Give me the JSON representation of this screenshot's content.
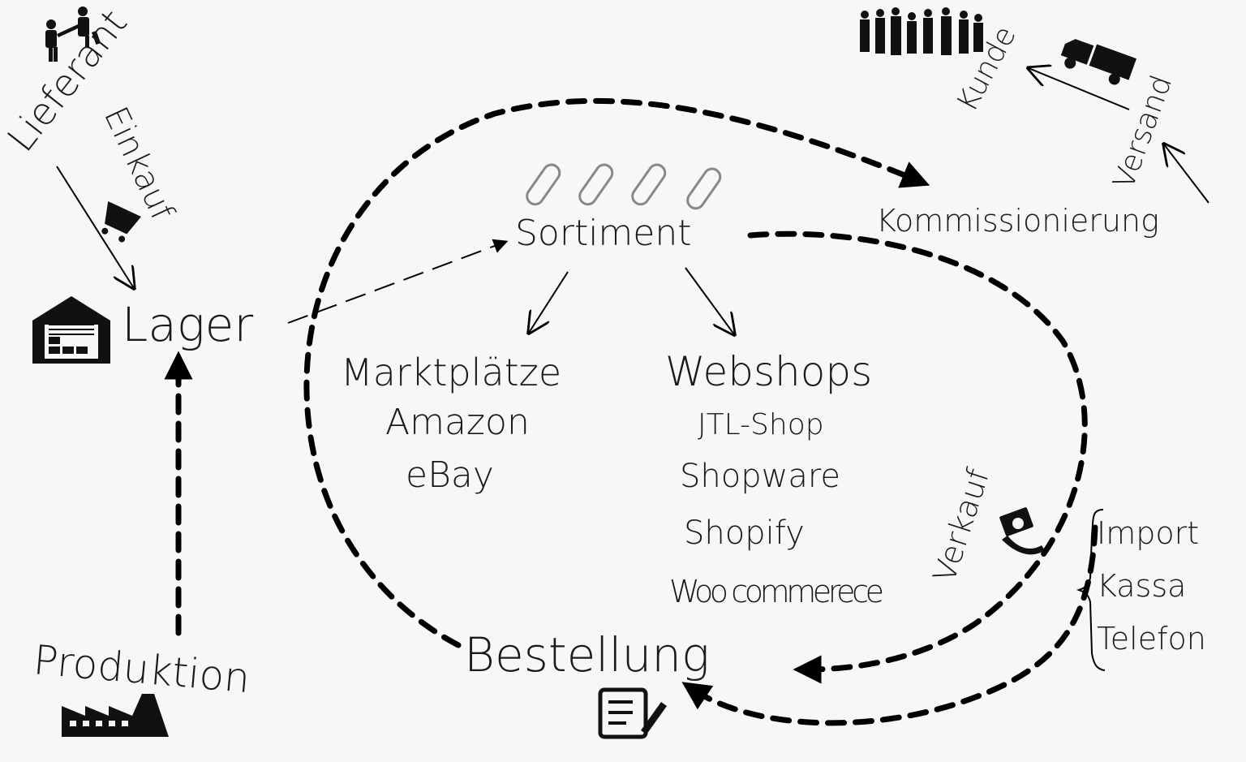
{
  "diagram": {
    "supplier": "Lieferant",
    "purchasing": "Einkauf",
    "warehouse": "Lager",
    "production": "Produktion",
    "assortment": "Sortiment",
    "marketplaces": {
      "title": "Marktplätze",
      "items": [
        "Amazon",
        "eBay"
      ]
    },
    "webshops": {
      "title": "Webshops",
      "items": [
        "JTL-Shop",
        "Shopware",
        "Shopify",
        "Woo commerece"
      ]
    },
    "order": "Bestellung",
    "sales": "Verkauf",
    "other_channels": [
      "Import",
      "Kassa",
      "Telefon"
    ],
    "picking": "Kommissionierung",
    "shipping": "Versand",
    "customer": "Kunde"
  }
}
